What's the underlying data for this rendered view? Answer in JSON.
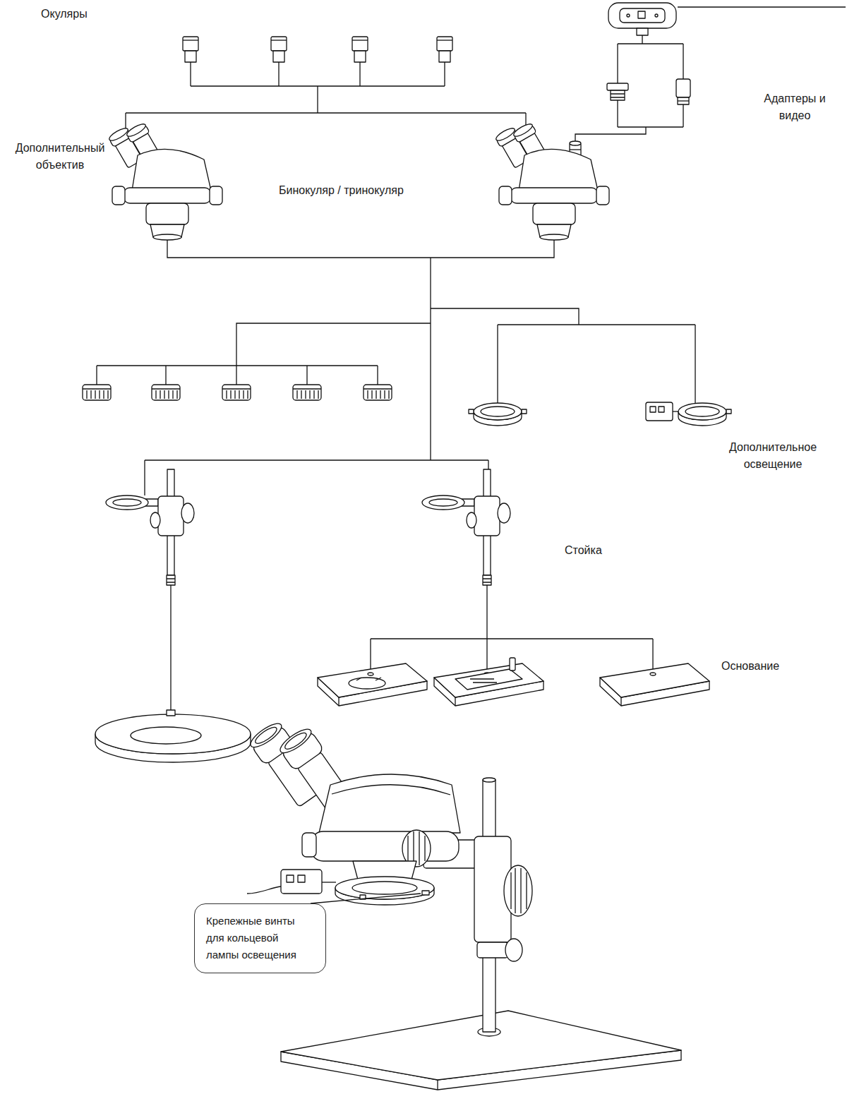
{
  "diagram": {
    "nodes": [
      {
        "text": [
          "Крепежные винты для кольцевой лампы освещения"
        ]
      }
    ],
    "labels": [
      "Окуляры",
      "Адаптеры и видео",
      "Бинокуляр / тринокуляр",
      "Дополнительный объектив",
      "Дополнительное освещение",
      "Стойка",
      "Основание"
    ]
  }
}
